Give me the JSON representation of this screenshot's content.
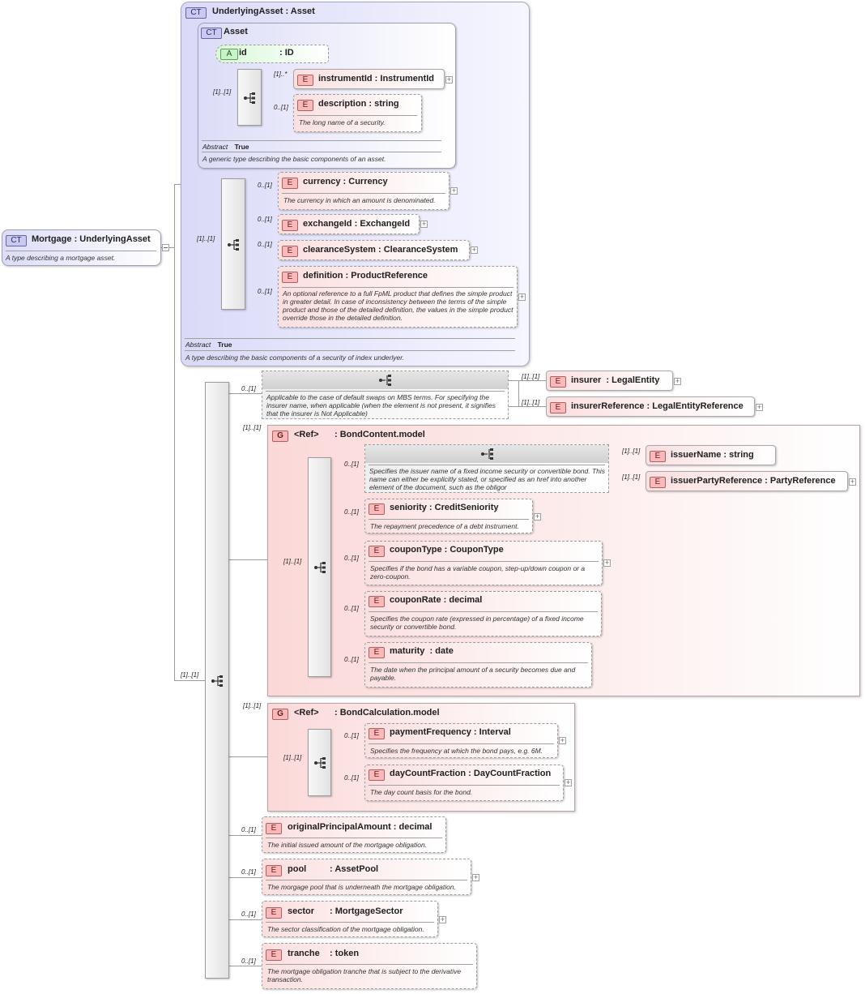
{
  "root": {
    "badge": "CT",
    "name": "Mortgage",
    "type": "UnderlyingAsset",
    "doc": "A type describing a mortgage asset."
  },
  "underlying": {
    "badge": "CT",
    "name": "UnderlyingAsset",
    "type": "Asset",
    "abstract_label": "Abstract",
    "abstract_value": "True",
    "doc": "A type describing the basic components of a security of index underlyer."
  },
  "asset": {
    "badge": "CT",
    "name": "Asset",
    "abstract_label": "Abstract",
    "abstract_value": "True",
    "doc": "A generic type describing the basic components of an asset.",
    "attr": {
      "badge": "A",
      "name": "id",
      "type": "ID"
    },
    "seq_card": "[1]..[1]",
    "instrumentId": {
      "card": "[1]..*",
      "badge": "E",
      "name": "instrumentId",
      "type": "InstrumentId"
    },
    "description": {
      "card": "0..[1]",
      "badge": "E",
      "name": "description",
      "type": "string",
      "doc": "The long name of a security."
    }
  },
  "ua_seq_card": "[1]..[1]",
  "ua_elements": [
    {
      "card": "0..[1]",
      "badge": "E",
      "name": "currency",
      "type": "Currency",
      "doc": "The currency in which an amount is denominated."
    },
    {
      "card": "0..[1]",
      "badge": "E",
      "name": "exchangeId",
      "type": "ExchangeId",
      "doc": ""
    },
    {
      "card": "0..[1]",
      "badge": "E",
      "name": "clearanceSystem",
      "type": "ClearanceSystem",
      "doc": ""
    },
    {
      "card": "0..[1]",
      "badge": "E",
      "name": "definition",
      "type": "ProductReference",
      "doc": "An optional reference to a full FpML product that defines the simple product in greater detail. In case of inconsistency between the terms of the simple product and those of the detailed definition, the values in the simple product override those in the detailed definition."
    }
  ],
  "main_seq_card": "[1]..[1]",
  "insurer_choice": {
    "card": "0..[1]",
    "doc": "Applicable to the case of default swaps on MBS terms. For specifying the insurer name, when applicable (when the element is not present, it signifies that the insurer is Not Applicable)",
    "items": [
      {
        "card": "[1]..[1]",
        "badge": "E",
        "name": "insurer",
        "type": "LegalEntity"
      },
      {
        "card": "[1]..[1]",
        "badge": "E",
        "name": "insurerReference",
        "type": "LegalEntityReference"
      }
    ]
  },
  "bond_content": {
    "card": "[1]..[1]",
    "badge": "G",
    "ref": "<Ref>",
    "name": "BondContent.model",
    "seq_card": "[1]..[1]",
    "choice": {
      "card": "0..[1]",
      "doc": "Specifies the issuer name of a fixed income security or convertible bond. This name can either be explicitly stated, or specified as an href into another element of the document, such as the obligor",
      "items": [
        {
          "card": "[1]..[1]",
          "badge": "E",
          "name": "issuerName",
          "type": "string"
        },
        {
          "card": "[1]..[1]",
          "badge": "E",
          "name": "issuerPartyReference",
          "type": "PartyReference"
        }
      ]
    },
    "elements": [
      {
        "card": "0..[1]",
        "badge": "E",
        "name": "seniority",
        "type": "CreditSeniority",
        "doc": "The repayment precedence of a debt instrument."
      },
      {
        "card": "0..[1]",
        "badge": "E",
        "name": "couponType",
        "type": "CouponType",
        "doc": "Specifies if the bond has a variable coupon, step-up/down coupon or a zero-coupon."
      },
      {
        "card": "0..[1]",
        "badge": "E",
        "name": "couponRate",
        "type": "decimal",
        "doc": "Specifies the coupon rate (expressed in percentage) of a fixed income security or convertible bond."
      },
      {
        "card": "0..[1]",
        "badge": "E",
        "name": "maturity",
        "type": "date",
        "doc": "The date when the principal amount of a security becomes due and payable."
      }
    ]
  },
  "bond_calc": {
    "card": "[1]..[1]",
    "badge": "G",
    "ref": "<Ref>",
    "name": "BondCalculation.model",
    "seq_card": "[1]..[1]",
    "elements": [
      {
        "card": "0..[1]",
        "badge": "E",
        "name": "paymentFrequency",
        "type": "Interval",
        "doc": "Specifies the frequency at which the bond pays, e.g. 6M."
      },
      {
        "card": "0..[1]",
        "badge": "E",
        "name": "dayCountFraction",
        "type": "DayCountFraction",
        "doc": "The day count basis for the bond."
      }
    ]
  },
  "tail_elements": [
    {
      "card": "0..[1]",
      "badge": "E",
      "name": "originalPrincipalAmount",
      "type": "decimal",
      "doc": "The initial issued amount of the mortgage obligation."
    },
    {
      "card": "0..[1]",
      "badge": "E",
      "name": "pool",
      "type": "AssetPool",
      "doc": "The morgage pool that is underneath the mortgage obligation."
    },
    {
      "card": "0..[1]",
      "badge": "E",
      "name": "sector",
      "type": "MortgageSector",
      "doc": "The sector classification of the mortgage obligation."
    },
    {
      "card": "0..[1]",
      "badge": "E",
      "name": "tranche",
      "type": "token",
      "doc": "The mortgage obligation tranche that is subject to the derivative transaction."
    }
  ],
  "colors": {
    "element_fill": "#fbdfdf",
    "complex_type_fill": "#dadaf8",
    "attribute_fill": "#d8f8d8",
    "connector": "#9c9c9c"
  }
}
